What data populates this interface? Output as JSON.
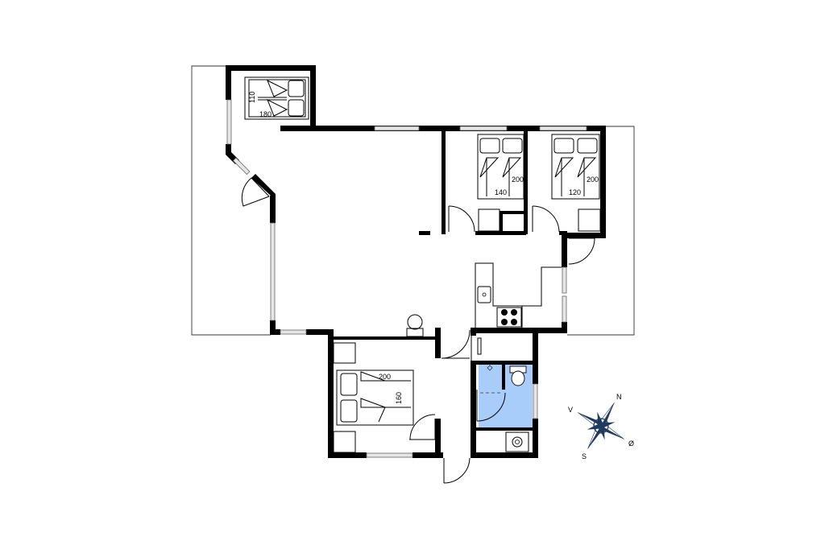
{
  "colors": {
    "wall": "#000000",
    "bathroom": "#a9cdfb",
    "compass": "#1f3a5f"
  },
  "beds": {
    "loft_bed": {
      "width": "110",
      "length": "180"
    },
    "bedroom_top_left": {
      "width": "140",
      "length": "200"
    },
    "bedroom_top_right": {
      "width": "120",
      "length": "200"
    },
    "bedroom_bottom": {
      "length": "200",
      "width": "160"
    }
  },
  "compass": {
    "north": "N",
    "south": "S",
    "east": "Ø",
    "west": "V"
  },
  "icons": [
    "bed-icon",
    "stove-icon",
    "sink-icon",
    "toilet-icon",
    "shower-icon",
    "washing-machine-icon",
    "compass-rose-icon"
  ]
}
